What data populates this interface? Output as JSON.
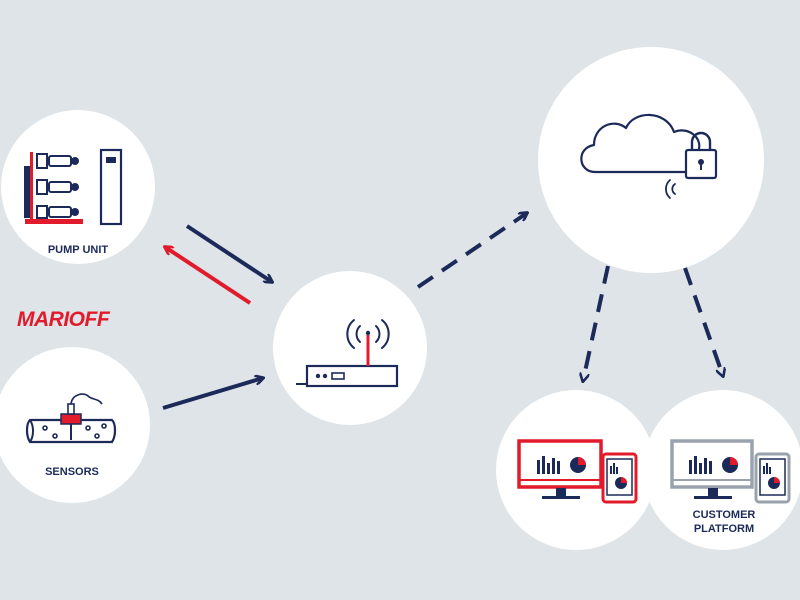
{
  "nodes": {
    "pump_unit": {
      "label": "PUMP UNIT"
    },
    "sensors": {
      "label": "SENSORS"
    },
    "router": {
      "label": ""
    },
    "cloud": {
      "label": ""
    },
    "customer_platform": {
      "label_line1": "CUSTOMER",
      "label_line2": "PLATFORM"
    }
  },
  "logo": {
    "text": "MARIOFF"
  },
  "colors": {
    "background": "#dfe4e8",
    "navy": "#1c2a5a",
    "red": "#e11b2b",
    "white": "#ffffff",
    "gray": "#9aa3ad"
  },
  "icons": [
    "pump-icon",
    "pipe-sensor-icon",
    "router-icon",
    "cloud-lock-icon",
    "monitor-tablet-icon"
  ],
  "connections": [
    {
      "from": "pump_unit",
      "to": "router",
      "style": "solid",
      "color": "navy"
    },
    {
      "from": "router",
      "to": "pump_unit",
      "style": "solid",
      "color": "red"
    },
    {
      "from": "sensors",
      "to": "router",
      "style": "solid",
      "color": "navy"
    },
    {
      "from": "router",
      "to": "cloud",
      "style": "dashed",
      "color": "navy"
    },
    {
      "from": "cloud",
      "to": "monitor_red",
      "style": "dashed",
      "color": "navy"
    },
    {
      "from": "cloud",
      "to": "customer_platform",
      "style": "dashed",
      "color": "navy"
    }
  ]
}
